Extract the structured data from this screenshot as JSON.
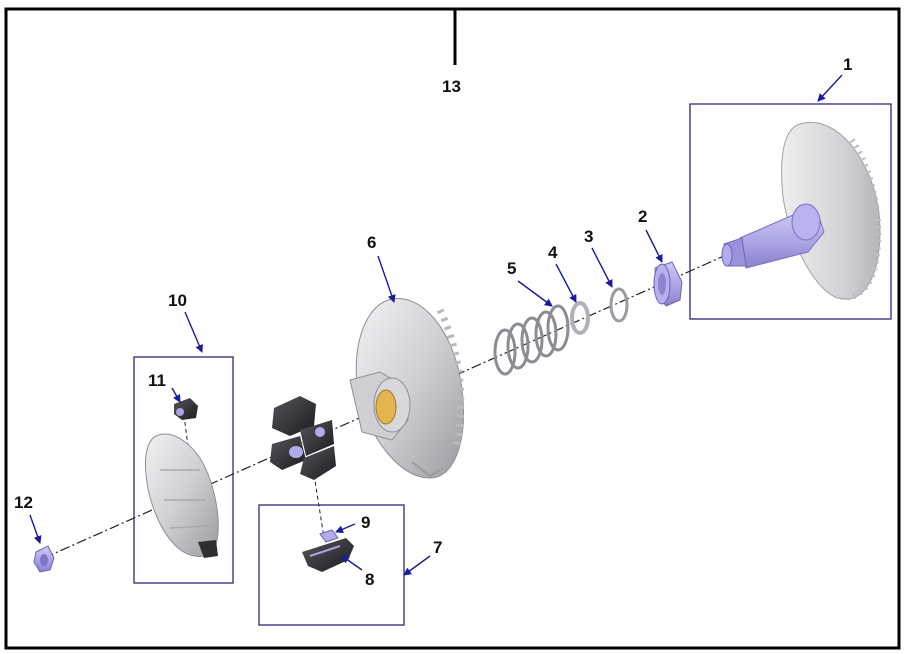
{
  "diagram": {
    "callouts": {
      "c1": "1",
      "c2": "2",
      "c3": "3",
      "c4": "4",
      "c5": "5",
      "c6": "6",
      "c7": "7",
      "c8": "8",
      "c9": "9",
      "c10": "10",
      "c11": "11",
      "c12": "12",
      "c13": "13"
    }
  },
  "colors": {
    "frame": "#000000",
    "group_box": "#2a2a7a",
    "leader_arrow": "#1a1aa0",
    "part_lavender": "#a9a3e4",
    "part_silver": "#d2d2d6",
    "part_dark": "#2e2e32",
    "bushing": "#e3b450"
  }
}
